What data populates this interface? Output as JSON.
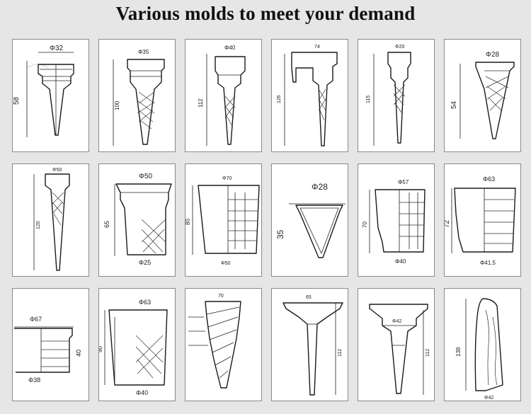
{
  "title": "Various molds to meet your demand",
  "molds": [
    {
      "top": "Φ32",
      "side": "58"
    },
    {
      "top": "Φ35",
      "side": "100"
    },
    {
      "top": "Φ40",
      "side": "112"
    },
    {
      "top": "74",
      "side": "126"
    },
    {
      "top": "Φ20",
      "side": "115"
    },
    {
      "top": "Φ28",
      "side": "54"
    },
    {
      "top": "Φ50",
      "side": "120"
    },
    {
      "top": "Φ50",
      "side": "65",
      "bottom": "Φ25"
    },
    {
      "top": "Φ70",
      "side": "80",
      "bottom": "Φ50"
    },
    {
      "top": "Φ28",
      "side": "35"
    },
    {
      "top": "Φ57",
      "side": "70",
      "bottom": "Φ40"
    },
    {
      "top": "Φ63",
      "side": "72",
      "bottom": "Φ41.5"
    },
    {
      "top": "Φ67",
      "side": "40",
      "bottom": "Φ38"
    },
    {
      "top": "Φ63",
      "side": "90",
      "bottom": "Φ40"
    },
    {
      "top": "70",
      "side": ""
    },
    {
      "top": "65",
      "side": "112"
    },
    {
      "top": "Φ42",
      "side": "112"
    },
    {
      "top": "",
      "side": "138",
      "bottom": "Φ42"
    }
  ]
}
